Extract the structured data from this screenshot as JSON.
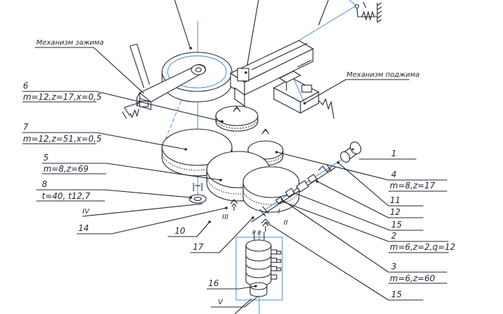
{
  "captions": {
    "clamp_mechanism": "Механизм зажима",
    "press_mechanism": "Механизм поджима"
  },
  "callouts": {
    "c6": {
      "number": "6",
      "spec": "m=12,z=17,x=0,5"
    },
    "c7": {
      "number": "7",
      "spec": "m=12,z=51,x=0,5"
    },
    "c5": {
      "number": "5",
      "spec": "m=8,z=69"
    },
    "c8": {
      "number": "8",
      "spec": "t=40, t12,7"
    },
    "c4": {
      "number": "4",
      "spec": "m=8,z=17"
    },
    "c2": {
      "number": "2",
      "spec": "m=6,z=2,q=12"
    },
    "c3": {
      "number": "3",
      "spec": "m=6,z=60"
    }
  },
  "labels": {
    "n1": "1",
    "n11": "11",
    "n12": "12",
    "n15a": "15",
    "n15b": "15",
    "n14": "14",
    "n10": "10",
    "n17": "17",
    "n16": "16",
    "shaft_IV": "IV",
    "shaft_III": "III",
    "shaft_I": "I",
    "shaft_II": "II",
    "shaft_V": "V",
    "marks_pd": "P d"
  }
}
